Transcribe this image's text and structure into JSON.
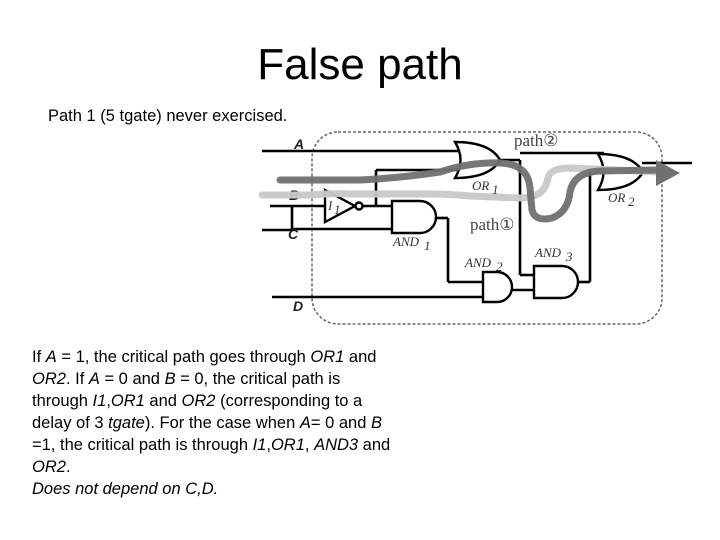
{
  "slide": {
    "title": "False path",
    "subtitle": "Path 1 (5 tgate) never exercised."
  },
  "diagram": {
    "inputs": [
      "A",
      "B",
      "C",
      "D"
    ],
    "gates": {
      "or1": "OR",
      "or2": "OR",
      "and1": "AND",
      "and2": "AND",
      "and3": "AND",
      "i1": "I"
    },
    "gate_subscripts": {
      "or1": "1",
      "or2": "2",
      "and1": "1",
      "and2": "2",
      "and3": "3",
      "i1": "1"
    },
    "path1_label": "path①",
    "path2_label": "path②",
    "colors": {
      "path1": "#c8c8c8",
      "path2": "#707070",
      "wire": "#000000",
      "frame": "#666666"
    }
  },
  "text": {
    "p1": "If",
    "p1_a": "A",
    "p1_b": " = 1, the critical path goes through ",
    "p1_or1": "OR1",
    "p1_c": " and ",
    "p1_or2": "OR2",
    "p1_d": ". If ",
    "p1_a2": "A",
    "p1_e": " = 0 and ",
    "p1_b2": "B",
    "p1_f": " = 0, the critical path is through ",
    "p1_i1": "I1",
    "p1_g": ",",
    "p1_or1b": "OR1",
    "p1_h": " and ",
    "p1_or2b": "OR2",
    "p1_i": " (corresponding to a delay of 3 ",
    "p1_tgate": "tgate",
    "p1_j": "). For the case when ",
    "p1_a3": "A",
    "p1_k": "= 0 and ",
    "p1_b3": "B",
    "p1_l": " =1, the critical path is through ",
    "p1_i1b": "I1",
    "p1_m": ",",
    "p1_or1c": "OR1",
    "p1_n": ", ",
    "p1_and3": "AND3",
    "p1_o": " and ",
    "p1_or2c": "OR2",
    "p1_p": ".",
    "p2": "Does not depend on C,D."
  }
}
